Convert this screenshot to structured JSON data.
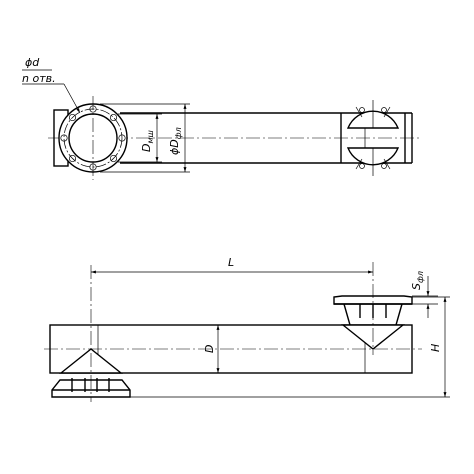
{
  "labels": {
    "hole_diameter": "ϕd",
    "hole_count": "n отв.",
    "inner_diameter_main": "D",
    "inner_diameter_sub": "мш",
    "flange_diameter_main": "ϕD",
    "flange_diameter_sub": "фл",
    "length": "L",
    "flange_thickness_main": "S",
    "flange_thickness_sub": "фл",
    "diameter": "D",
    "height": "H"
  }
}
